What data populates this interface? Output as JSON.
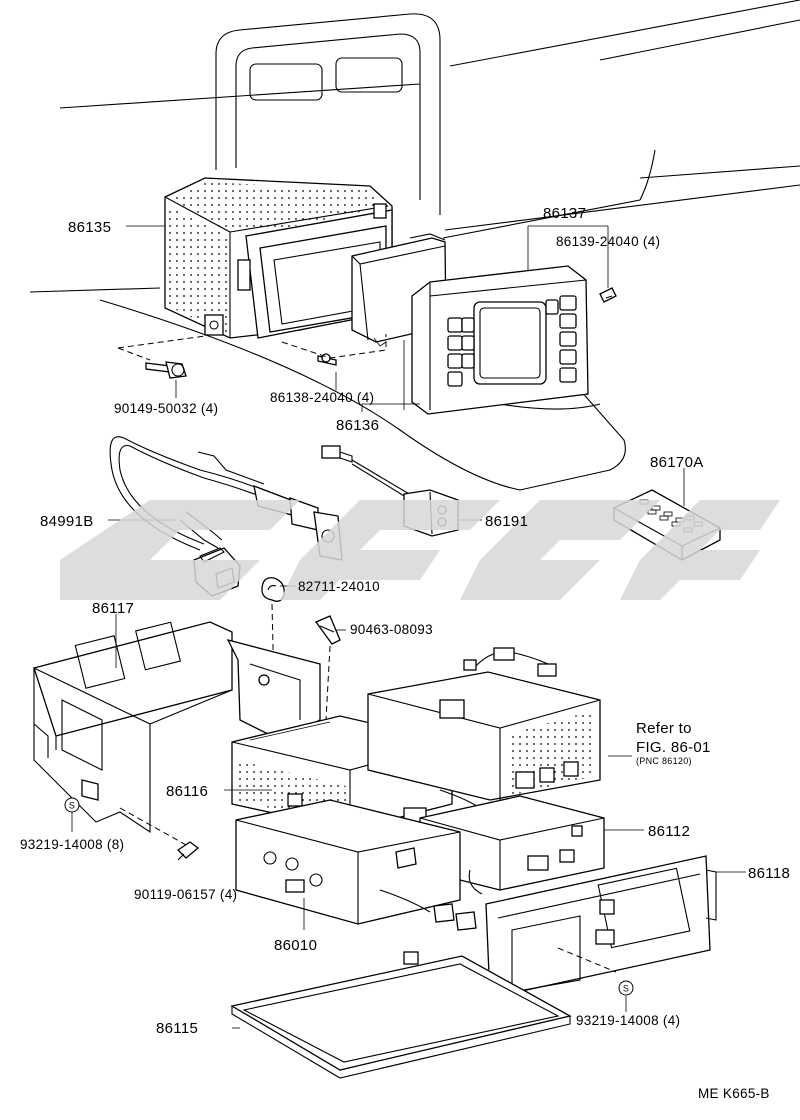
{
  "labels": {
    "p86135": "86135",
    "p86137": "86137",
    "p86139": "86139-24040 (4)",
    "p90149": "90149-50032 (4)",
    "p86138": "86138-24040 (4)",
    "p86136": "86136",
    "p86170A": "86170A",
    "p84991B": "84991B",
    "p86191": "86191",
    "p82711": "82711-24010",
    "p86117": "86117",
    "p90463": "90463-08093",
    "refer1": "Refer to",
    "refer2": "FIG. 86-01",
    "refer3": "(PNC 86120)",
    "p86116": "86116",
    "p86112": "86112",
    "p93219a": "93219-14008 (8)",
    "p90119": "90119-06157 (4)",
    "p86118": "86118",
    "p86010": "86010",
    "p93219b": "93219-14008 (4)",
    "p86115": "86115",
    "code": "ME K665-B",
    "circ1": "S",
    "circ2": "S"
  }
}
